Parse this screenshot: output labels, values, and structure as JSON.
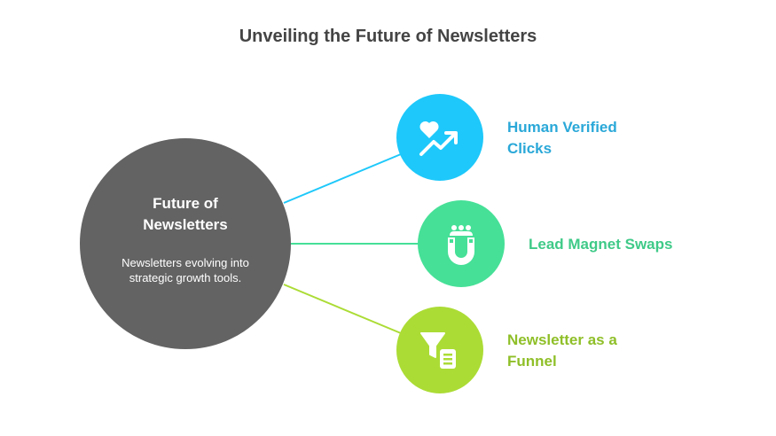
{
  "title": "Unveiling the Future of Newsletters",
  "center": {
    "title_line1": "Future of",
    "title_line2": "Newsletters",
    "description": "Newsletters evolving into strategic growth tools."
  },
  "items": [
    {
      "label_line1": "Human Verified",
      "label_line2": "Clicks",
      "icon": "heart-trend-up-icon",
      "color": "#1ec8fa",
      "text_color": "#2aa8d8"
    },
    {
      "label_line1": "Lead Magnet Swaps",
      "label_line2": "",
      "icon": "people-magnet-icon",
      "color": "#46e097",
      "text_color": "#3fca88"
    },
    {
      "label_line1": "Newsletter as a",
      "label_line2": "Funnel",
      "icon": "funnel-document-icon",
      "color": "#abdc35",
      "text_color": "#8fbf28"
    }
  ]
}
